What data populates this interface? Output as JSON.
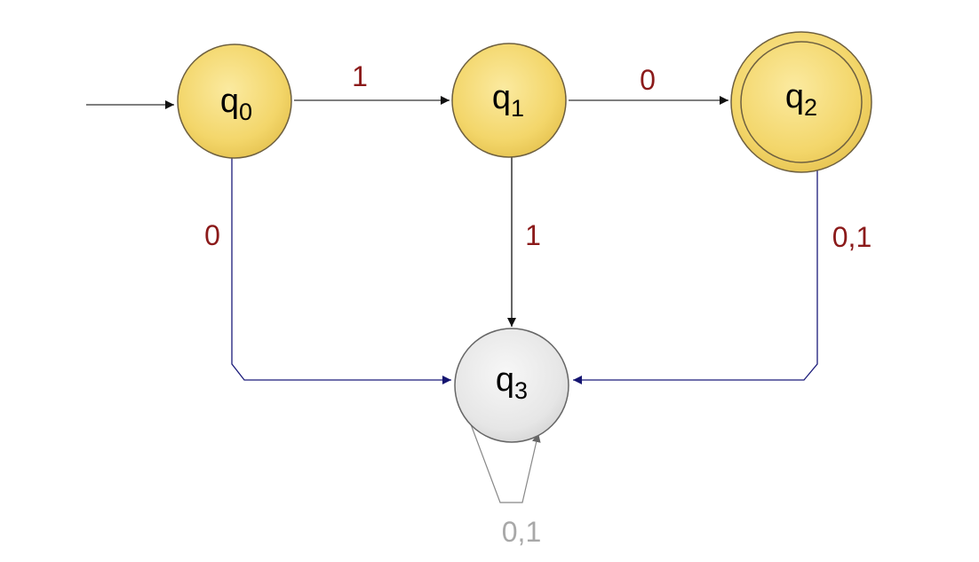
{
  "colors": {
    "accepting_fill": "#f6e07e",
    "state_fill": "#f6e07e",
    "state_stroke": "#7a6a3a",
    "trap_fill": "#ececec",
    "trap_stroke": "#666666",
    "edge_black": "#333333",
    "edge_navy": "#1b1b7a",
    "edge_gray": "#777777",
    "label_red": "#8b1a1a",
    "label_gray": "#a8a8a8"
  },
  "states": [
    {
      "id": "q0",
      "base": "q",
      "sub": "0",
      "accepting": false,
      "start": true
    },
    {
      "id": "q1",
      "base": "q",
      "sub": "1",
      "accepting": false,
      "start": false
    },
    {
      "id": "q2",
      "base": "q",
      "sub": "2",
      "accepting": true,
      "start": false
    },
    {
      "id": "q3",
      "base": "q",
      "sub": "3",
      "accepting": false,
      "start": false
    }
  ],
  "transitions": [
    {
      "from": "q0",
      "to": "q1",
      "label": "1"
    },
    {
      "from": "q1",
      "to": "q2",
      "label": "0"
    },
    {
      "from": "q0",
      "to": "q3",
      "label": "0"
    },
    {
      "from": "q1",
      "to": "q3",
      "label": "1"
    },
    {
      "from": "q2",
      "to": "q3",
      "label": "0,1"
    },
    {
      "from": "q3",
      "to": "q3",
      "label": "0,1"
    }
  ]
}
